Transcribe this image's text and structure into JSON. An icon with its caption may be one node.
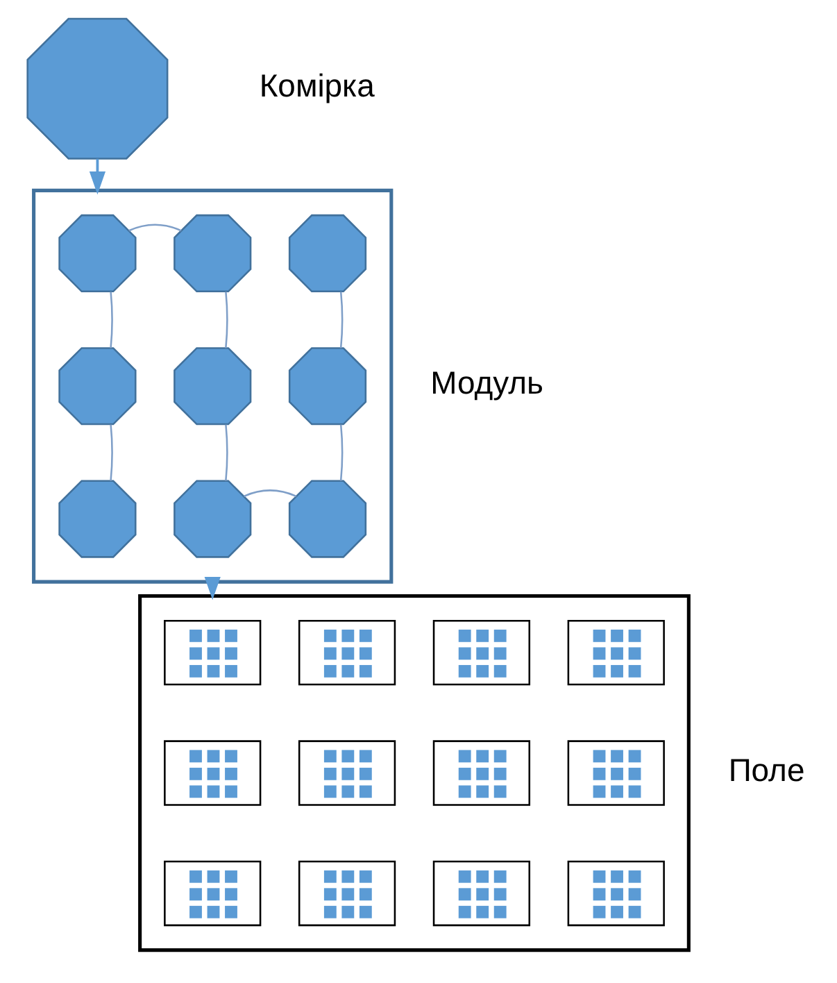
{
  "diagram": {
    "nodes": [
      {
        "text": [],
        "shape": "octagon",
        "beside": [
          "Комірка"
        ]
      },
      {
        "text": [],
        "shape": "box",
        "beside": [
          "Модуль"
        ]
      },
      {
        "text": [],
        "shape": "octagon",
        "in": 1
      },
      {
        "text": [],
        "shape": "octagon",
        "in": 1
      },
      {
        "text": [],
        "shape": "octagon",
        "in": 1
      },
      {
        "text": [],
        "shape": "octagon",
        "in": 1
      },
      {
        "text": [],
        "shape": "octagon",
        "in": 1
      },
      {
        "text": [],
        "shape": "octagon",
        "in": 1
      },
      {
        "text": [],
        "shape": "octagon",
        "in": 1
      },
      {
        "text": [],
        "shape": "octagon",
        "in": 1
      },
      {
        "text": [],
        "shape": "octagon",
        "in": 1
      },
      {
        "text": [],
        "shape": "box",
        "beside": [
          "Поле"
        ]
      },
      {
        "text": [],
        "shape": "box",
        "in": 11
      },
      {
        "text": [],
        "shape": "box",
        "in": 11
      },
      {
        "text": [],
        "shape": "box",
        "in": 11
      },
      {
        "text": [],
        "shape": "box",
        "in": 11
      },
      {
        "text": [],
        "shape": "box",
        "in": 11
      },
      {
        "text": [],
        "shape": "box",
        "in": 11
      },
      {
        "text": [],
        "shape": "box",
        "in": 11
      },
      {
        "text": [],
        "shape": "box",
        "in": 11
      },
      {
        "text": [],
        "shape": "box",
        "in": 11
      },
      {
        "text": [],
        "shape": "box",
        "in": 11
      },
      {
        "text": [],
        "shape": "box",
        "in": 11
      },
      {
        "text": [],
        "shape": "box",
        "in": 11
      }
    ],
    "edges": [
      {
        "from": 0,
        "to": 1,
        "arrow": "to",
        "color": "#5b9bd5"
      },
      {
        "from": 8,
        "to": 5,
        "arrow": "none"
      },
      {
        "from": 5,
        "to": 2,
        "arrow": "none"
      },
      {
        "from": 2,
        "to": 3,
        "arrow": "none"
      },
      {
        "from": 3,
        "to": 6,
        "arrow": "none"
      },
      {
        "from": 6,
        "to": 9,
        "arrow": "none"
      },
      {
        "from": 9,
        "to": 10,
        "arrow": "none"
      },
      {
        "from": 10,
        "to": 7,
        "arrow": "none"
      },
      {
        "from": 7,
        "to": 4,
        "arrow": "none"
      },
      {
        "from": 1,
        "to": 11,
        "arrow": "to",
        "color": "#5b9bd5"
      }
    ]
  }
}
